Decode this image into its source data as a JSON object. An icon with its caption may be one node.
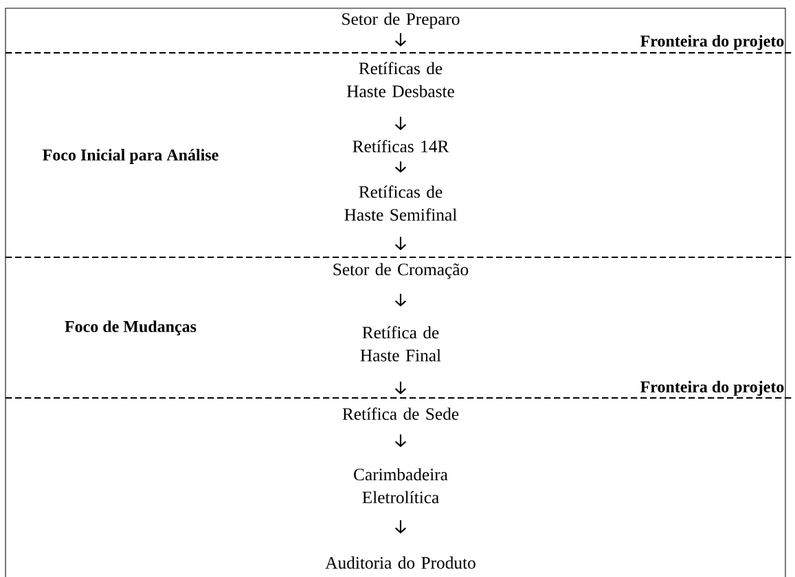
{
  "diagram": {
    "nodes": [
      {
        "text": [
          "Setor de Preparo"
        ]
      },
      {
        "text": [
          "Retíficas de Haste Desbaste"
        ]
      },
      {
        "text": [
          "Retíficas 14R"
        ]
      },
      {
        "text": [
          "Retíficas de Haste Semifinal"
        ]
      },
      {
        "text": [
          "Setor de Cromação"
        ]
      },
      {
        "text": [
          "Retífica de Haste Final"
        ]
      },
      {
        "text": [
          "Retífica de Sede"
        ]
      },
      {
        "text": [
          "Carimbadeira Eletrolítica"
        ]
      },
      {
        "text": [
          "Auditoria do Produto"
        ]
      }
    ],
    "edges": [
      {
        "from": 0,
        "to": 1,
        "arrow": "to"
      },
      {
        "from": 1,
        "to": 2,
        "arrow": "to"
      },
      {
        "from": 2,
        "to": 3,
        "arrow": "to"
      },
      {
        "from": 3,
        "to": 4,
        "arrow": "to"
      },
      {
        "from": 4,
        "to": 5,
        "arrow": "to"
      },
      {
        "from": 5,
        "to": 6,
        "arrow": "to"
      },
      {
        "from": 6,
        "to": 7,
        "arrow": "to"
      },
      {
        "from": 7,
        "to": 8,
        "arrow": "to"
      }
    ],
    "labels": [
      "Fronteira do projeto",
      "Foco Inicial para Análise",
      "Foco de Mudanças",
      "Fronteira do projeto"
    ]
  }
}
